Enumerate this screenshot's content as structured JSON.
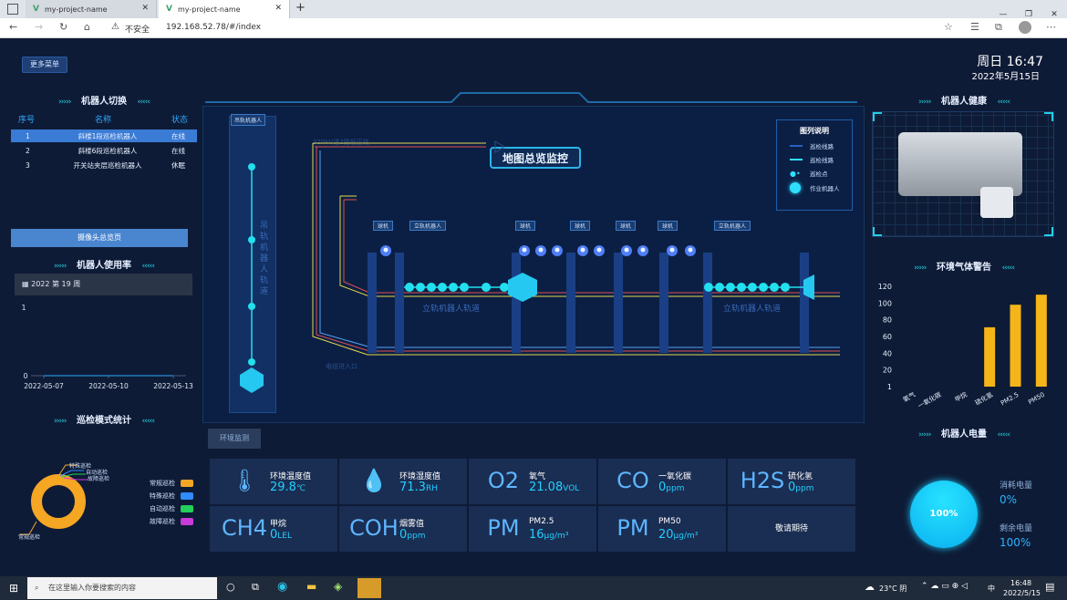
{
  "browser": {
    "tabs": [
      {
        "title": "my-project-name"
      },
      {
        "title": "my-project-name"
      }
    ],
    "security_label": "不安全",
    "url": "192.168.52.78/#/index"
  },
  "header": {
    "more_menu": "更多菜单",
    "weekday_time": "周日 16:47",
    "date": "2022年5月15日"
  },
  "robot_switch": {
    "title": "机器人切换",
    "columns": [
      "序号",
      "名称",
      "状态"
    ],
    "rows": [
      {
        "no": "1",
        "name": "斜楼1段巡检机器人",
        "status": "在线"
      },
      {
        "no": "2",
        "name": "斜楼6段巡检机器人",
        "status": "在线"
      },
      {
        "no": "3",
        "name": "开关站夹层巡检机器人",
        "status": "休眠"
      }
    ],
    "camera_button": "摄像头总览页"
  },
  "robot_usage": {
    "title": "机器人使用率",
    "week_label": "2022 第 19 周",
    "chart_data": {
      "type": "line",
      "x": [
        "2022-05-07",
        "2022-05-10",
        "2022-05-13"
      ],
      "y_ticks": [
        "1",
        "0"
      ],
      "series": [
        {
          "values": [
            0,
            0,
            0
          ]
        }
      ],
      "ylim": [
        0,
        1
      ]
    }
  },
  "inspect_mode": {
    "title": "巡检模式统计",
    "callouts": [
      "特殊巡检",
      "自动巡检",
      "故障巡检",
      "常规巡检"
    ],
    "legend": [
      {
        "label": "常规巡检",
        "color": "#f5a623"
      },
      {
        "label": "特殊巡检",
        "color": "#2f8cff"
      },
      {
        "label": "自动巡检",
        "color": "#22d05a"
      },
      {
        "label": "故障巡检",
        "color": "#c83bd8"
      }
    ],
    "chart_data": {
      "type": "pie",
      "categories": [
        "常规巡检",
        "特殊巡检",
        "自动巡检",
        "故障巡检"
      ],
      "values": [
        100,
        0,
        0,
        0
      ]
    }
  },
  "map": {
    "title": "地图总览监控",
    "hang_rail_tag": "吊轨机器人",
    "hang_rail_text": "吊轨机器人轨道",
    "rail_labels": [
      "立轨机器人轨道",
      "立轨机器人轨道"
    ],
    "top_tags": [
      "球机",
      "立轨机器人",
      "球机",
      "球机",
      "球机",
      "球机",
      "立轨机器人"
    ],
    "faint_labels": [
      "220kV进2路低压线",
      "电缆进入口"
    ],
    "legend_title": "图列说明",
    "legend": [
      "巡检线路",
      "巡检线路",
      "巡检点",
      "作业机器人"
    ]
  },
  "env": {
    "tab_label": "环境监测",
    "metrics": [
      {
        "big": "🌡",
        "name": "环境温度值",
        "value": "29.8",
        "unit": "℃"
      },
      {
        "big": "💧",
        "name": "环境湿度值",
        "value": "71.3",
        "unit": "RH"
      },
      {
        "big": "O2",
        "name": "氧气",
        "value": "21.08",
        "unit": "VOL"
      },
      {
        "big": "CO",
        "name": "一氧化碳",
        "value": "0",
        "unit": "ppm"
      },
      {
        "big": "H2S",
        "name": "硫化氢",
        "value": "0",
        "unit": "ppm"
      },
      {
        "big": "CH4",
        "name": "甲烷",
        "value": "0",
        "unit": "LEL"
      },
      {
        "big": "COH",
        "name": "烟雾值",
        "value": "0",
        "unit": "ppm"
      },
      {
        "big": "PM",
        "name": "PM2.5",
        "value": "16",
        "unit": "μg/m³"
      },
      {
        "big": "PM",
        "name": "PM50",
        "value": "20",
        "unit": "μg/m³"
      }
    ],
    "pending": "敬请期待"
  },
  "robot_health": {
    "title": "机器人健康"
  },
  "gas_alarm": {
    "title": "环境气体警告",
    "chart_data": {
      "type": "bar",
      "categories": [
        "氧气",
        "一氧化碳",
        "甲烷",
        "硫化氢",
        "PM2.5",
        "PM50"
      ],
      "values": [
        0,
        0,
        0,
        71,
        98,
        110
      ],
      "y_ticks": [
        "120",
        "100",
        "80",
        "60",
        "40",
        "20",
        "1"
      ],
      "ylim": [
        0,
        120
      ],
      "color": "#f5b518"
    }
  },
  "battery": {
    "title": "机器人电量",
    "percent": "100%",
    "used_label": "消耗电量",
    "used": "0%",
    "left_label": "剩余电量",
    "left": "100%"
  },
  "taskbar": {
    "search_placeholder": "在这里输入你要搜索的内容",
    "weather": "23°C 阴",
    "ime": "中",
    "time": "16:48",
    "date": "2022/5/15"
  }
}
